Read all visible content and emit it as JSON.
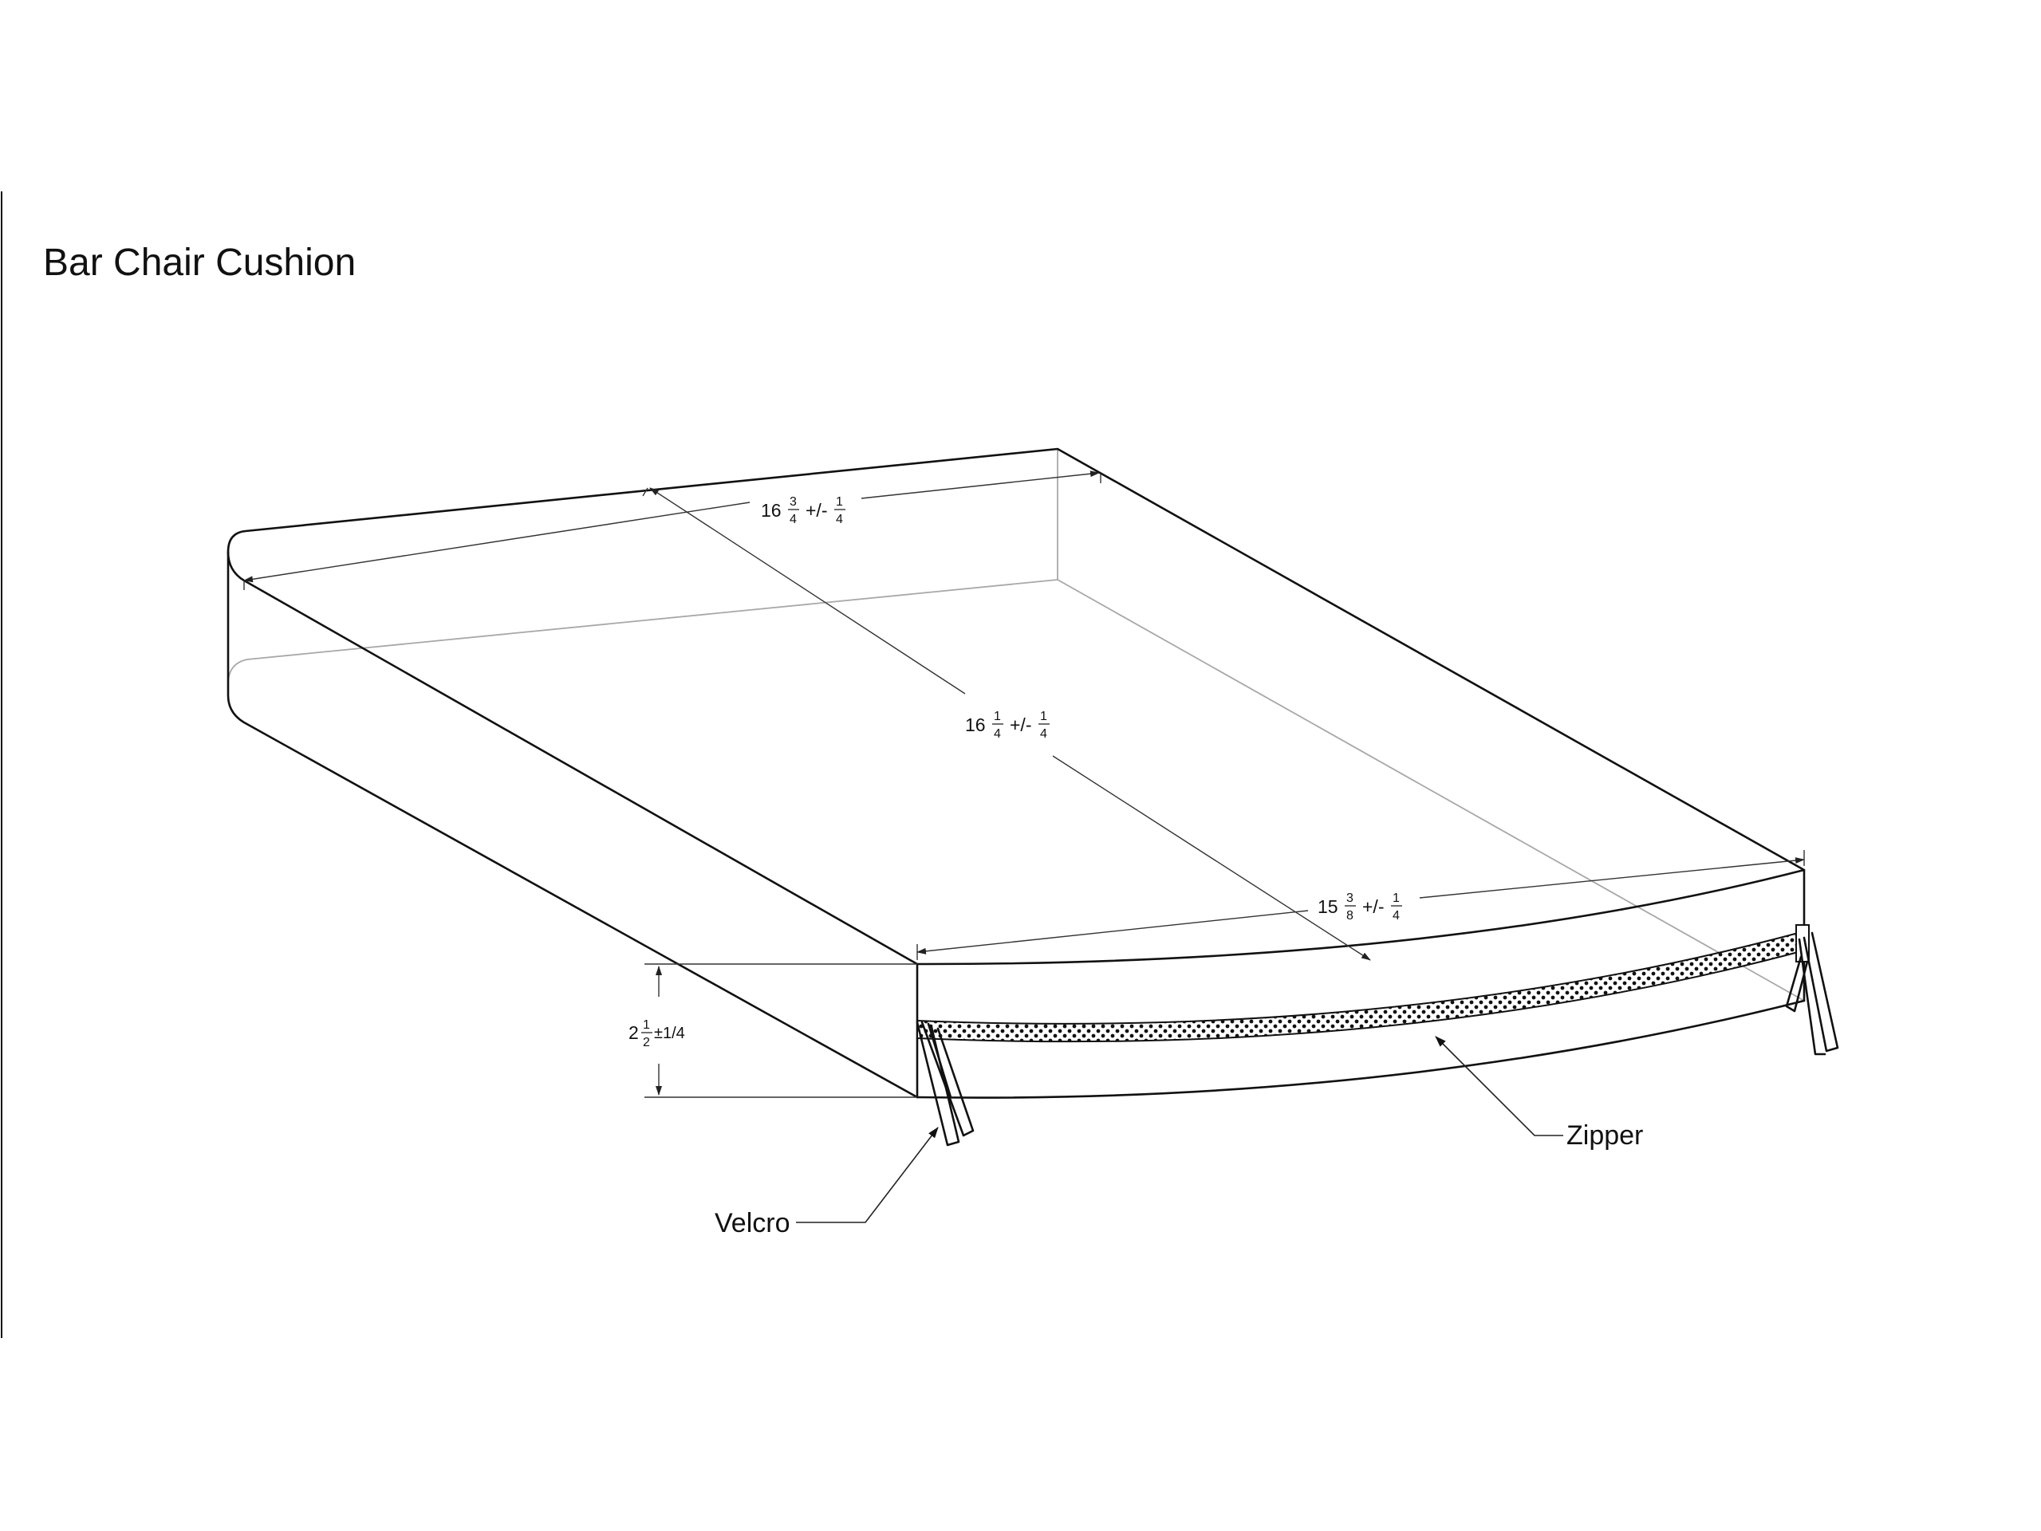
{
  "title": "Bar Chair Cushion",
  "dimensions": {
    "width_back": {
      "whole": "16",
      "num": "3",
      "den": "4",
      "tol": "+/-",
      "tol_num": "1",
      "tol_den": "4"
    },
    "depth": {
      "whole": "16",
      "num": "1",
      "den": "4",
      "tol": "+/-",
      "tol_num": "1",
      "tol_den": "4"
    },
    "width_front": {
      "whole": "15",
      "num": "3",
      "den": "8",
      "tol": "+/-",
      "tol_num": "1",
      "tol_den": "4"
    },
    "height": {
      "whole": "2",
      "num": "1",
      "den": "2",
      "tol": "±1/4"
    }
  },
  "callouts": {
    "velcro": "Velcro",
    "zipper": "Zipper"
  },
  "colors": {
    "line": "#111111",
    "hidden_line": "#a8a8a8",
    "background": "#ffffff"
  }
}
